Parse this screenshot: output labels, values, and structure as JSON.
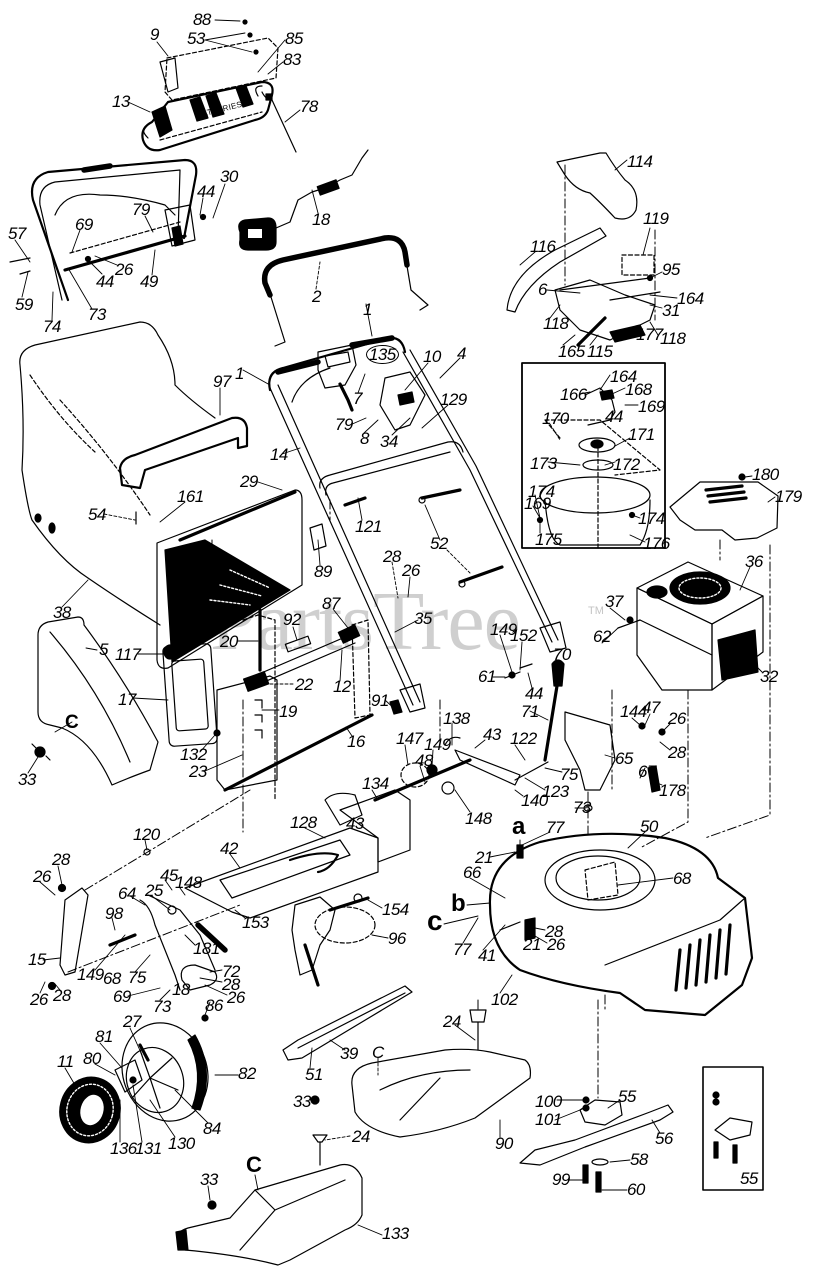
{
  "diagram": {
    "watermark": "PartsTree",
    "watermark_mark": "TM",
    "battery_label": "BATTERIES"
  },
  "callouts": {
    "control_handle": [
      "88",
      "53",
      "9",
      "85",
      "83",
      "13",
      "78",
      "30",
      "44",
      "79",
      "69",
      "57",
      "26",
      "44",
      "49",
      "59",
      "73",
      "74"
    ],
    "charger": [
      "18"
    ],
    "handle": [
      "2",
      "1",
      "1",
      "135",
      "10",
      "4",
      "7",
      "129",
      "79",
      "8",
      "34",
      "14",
      "121",
      "52",
      "28",
      "26",
      "35",
      "89",
      "87",
      "12",
      "91",
      "149",
      "152",
      "70",
      "61",
      "44",
      "71"
    ],
    "grass_bag": [
      "97",
      "29",
      "161",
      "54",
      "38"
    ],
    "rear_door": [
      "5",
      "117",
      "17",
      "C",
      "33",
      "20",
      "92",
      "22",
      "19",
      "132",
      "23",
      "16"
    ],
    "discharge_chute": [
      "114",
      "119",
      "116",
      "95",
      "6",
      "164",
      "31",
      "118",
      "177",
      "118",
      "165",
      "115"
    ],
    "mulch_kit_inset": [
      "164",
      "166",
      "168",
      "169",
      "44",
      "170",
      "171",
      "173",
      "172",
      "174",
      "169",
      "174",
      "175",
      "176"
    ],
    "engine": [
      "180",
      "179",
      "36",
      "37",
      "62",
      "32"
    ],
    "drive": [
      "138",
      "43",
      "122",
      "147",
      "149",
      "48",
      "134",
      "148",
      "140",
      "123",
      "75",
      "144",
      "47",
      "26",
      "65",
      "28",
      "67",
      "178",
      "73",
      "128",
      "42",
      "43"
    ],
    "rear_linkage": [
      "120",
      "28",
      "26",
      "45",
      "148",
      "64",
      "25",
      "153",
      "98",
      "181",
      "15",
      "149",
      "68",
      "75",
      "72",
      "28",
      "26",
      "26",
      "28",
      "69",
      "18",
      "73",
      "86"
    ],
    "wheel": [
      "27",
      "81",
      "80",
      "11",
      "82",
      "84",
      "136",
      "131",
      "130"
    ],
    "deck": [
      "a",
      "77",
      "50",
      "21",
      "66",
      "68",
      "b",
      "c",
      "28",
      "26",
      "21",
      "77",
      "41",
      "102",
      "154",
      "96"
    ],
    "mulch_plug": [
      "24",
      "C",
      "33",
      "90"
    ],
    "blade": [
      "100",
      "55",
      "101",
      "56",
      "58",
      "99",
      "60",
      "55"
    ],
    "skirt": [
      "39",
      "51"
    ],
    "side_chute": [
      "C",
      "33",
      "24",
      "133"
    ]
  }
}
